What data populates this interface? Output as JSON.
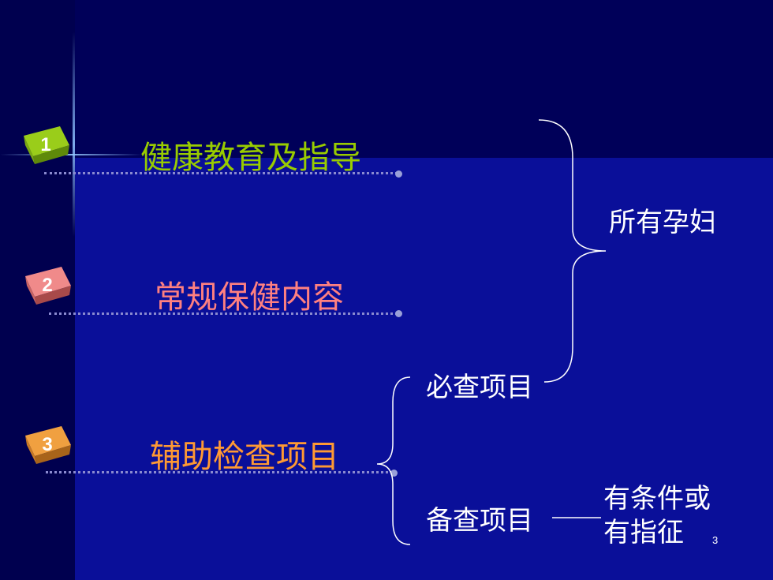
{
  "items": [
    {
      "number": "1",
      "label": "健康教育及指导",
      "color": "#99cc00"
    },
    {
      "number": "2",
      "label": "常规保健内容",
      "color": "#ff8080"
    },
    {
      "number": "3",
      "label": "辅助检查项目",
      "color": "#ff9933"
    }
  ],
  "right": {
    "all_pregnant": "所有孕妇",
    "required": "必查项目",
    "optional": "备查项目",
    "condition_line1": "有条件或",
    "condition_line2": "有指征"
  },
  "page_number": "3"
}
